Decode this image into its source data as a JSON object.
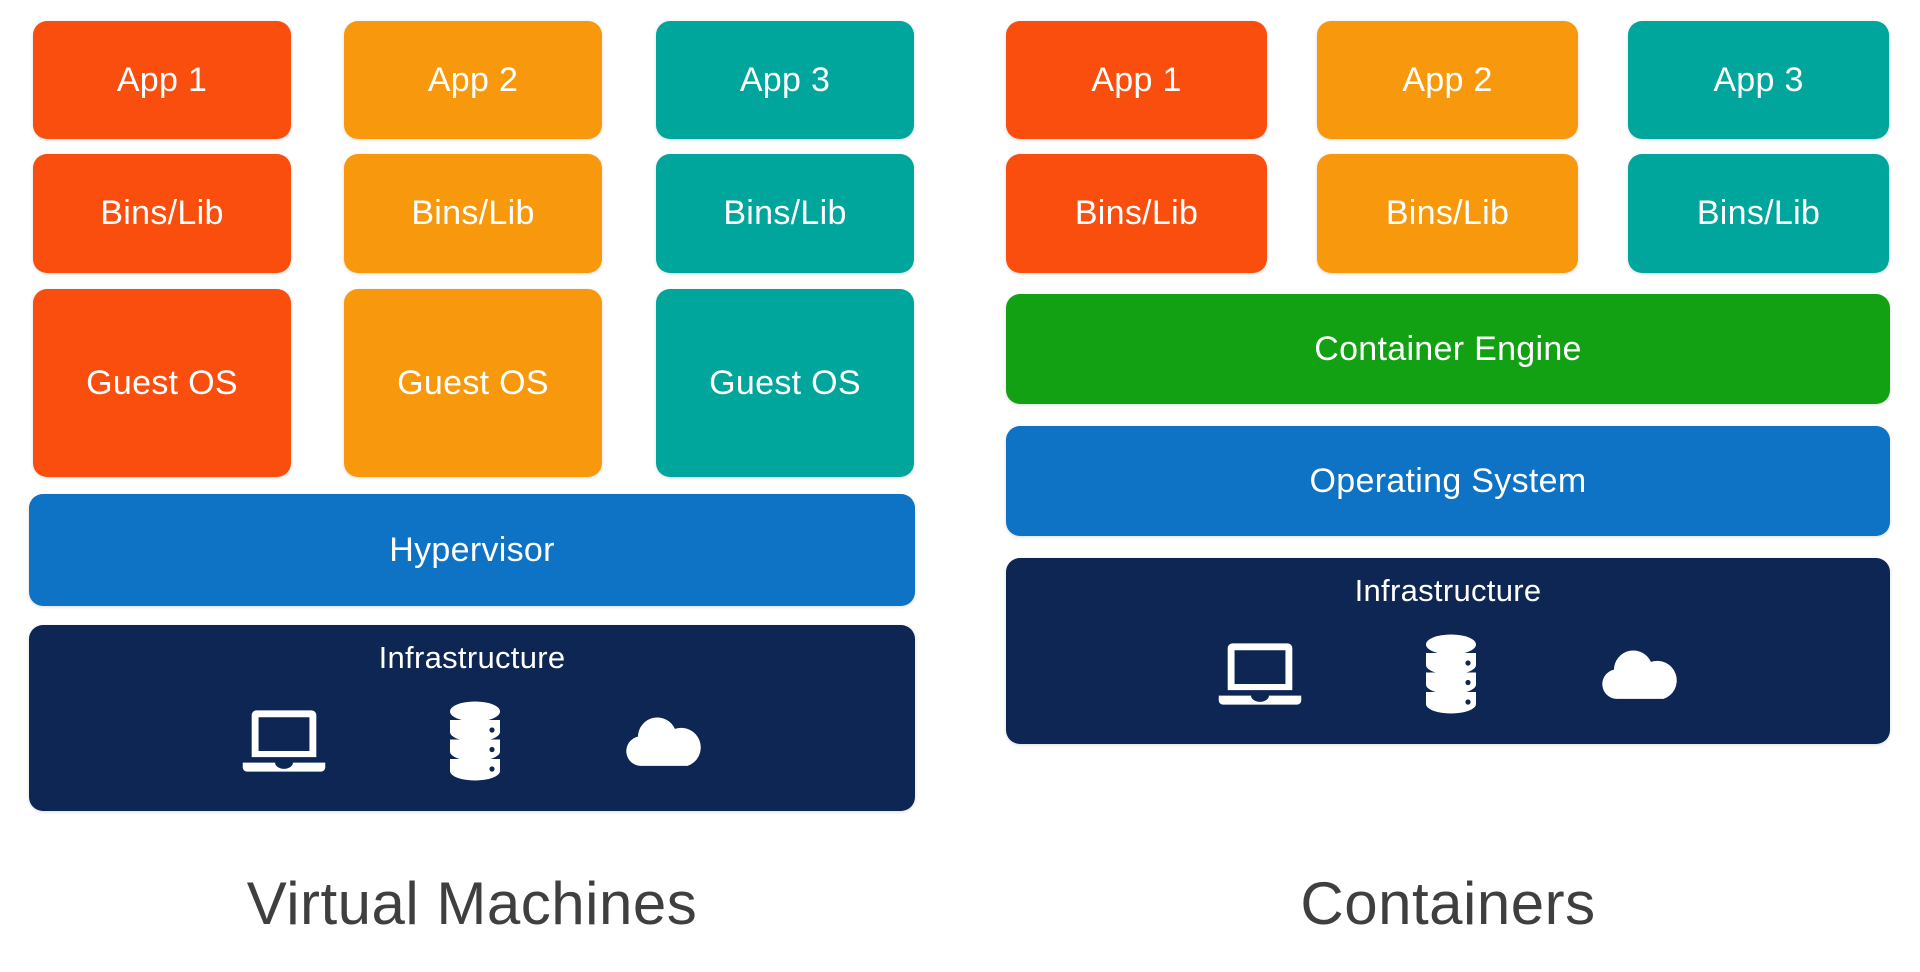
{
  "diagram": {
    "left": {
      "title": "Virtual Machines",
      "stacks": [
        {
          "app": "App 1",
          "bins": "Bins/Lib",
          "guest_os": "Guest OS"
        },
        {
          "app": "App 2",
          "bins": "Bins/Lib",
          "guest_os": "Guest OS"
        },
        {
          "app": "App 3",
          "bins": "Bins/Lib",
          "guest_os": "Guest OS"
        }
      ],
      "hypervisor_label": "Hypervisor",
      "infrastructure_label": "Infrastructure"
    },
    "right": {
      "title": "Containers",
      "stacks": [
        {
          "app": "App 1",
          "bins": "Bins/Lib"
        },
        {
          "app": "App 2",
          "bins": "Bins/Lib"
        },
        {
          "app": "App 3",
          "bins": "Bins/Lib"
        }
      ],
      "container_engine_label": "Container Engine",
      "operating_system_label": "Operating System",
      "infrastructure_label": "Infrastructure"
    },
    "icons": {
      "laptop": "laptop-icon",
      "database": "database-icon",
      "cloud": "cloud-icon"
    },
    "colors": {
      "stack1": "#F94E0D",
      "stack2": "#F8990D",
      "stack3": "#00A69B",
      "engine_green": "#12A112",
      "blue": "#0E72C5",
      "navy": "#0E2654",
      "title_text": "#3F3F3F",
      "box_text": "#FFFFFF"
    }
  }
}
